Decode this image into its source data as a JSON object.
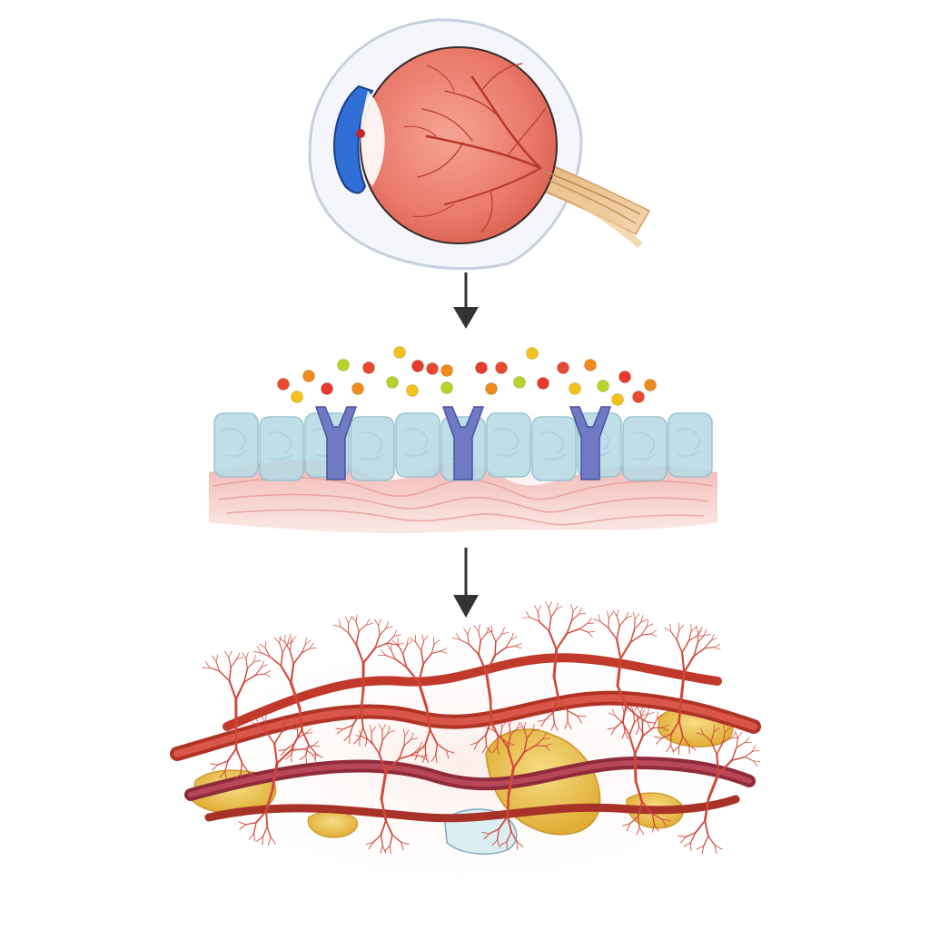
{
  "diagram": {
    "panels": [
      {
        "id": "eye",
        "name": "eye-illustration"
      },
      {
        "id": "membrane",
        "name": "cell-membrane-receptors-illustration"
      },
      {
        "id": "vessels",
        "name": "blood-vessel-network-illustration"
      }
    ],
    "arrows": [
      {
        "from": "eye",
        "to": "membrane",
        "direction": "down"
      },
      {
        "from": "membrane",
        "to": "vessels",
        "direction": "down"
      }
    ],
    "colors": {
      "sclera_outline": "#cfd6e4",
      "retina": "#e9796b",
      "cornea_blue": "#2f6fd6",
      "vessel": "#c23a2a",
      "optic_nerve": "#e6b57a",
      "membrane_cells": "#b9dbe6",
      "receptor": "#6f79c4",
      "tissue_pink": "#efb0ad",
      "deposit_yellow": "#e7bf4a",
      "arrow": "#333333"
    },
    "particle_colors": [
      "#e84a2f",
      "#f08a1c",
      "#f4c21a",
      "#b9d32a",
      "#e63a2b"
    ]
  }
}
